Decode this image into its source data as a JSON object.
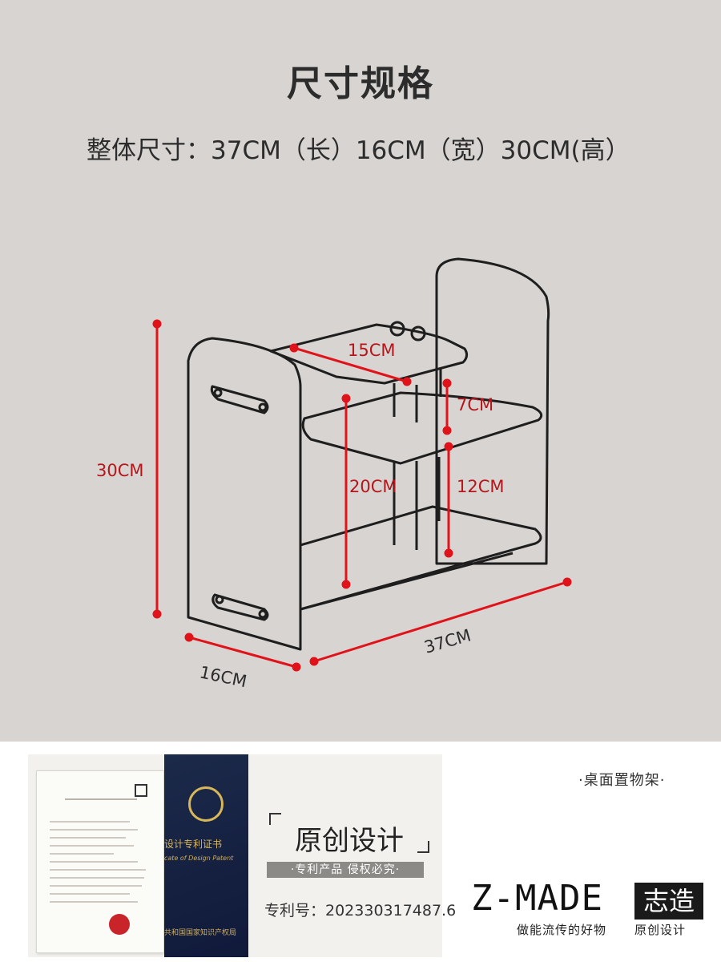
{
  "header": {
    "title": "尺寸规格",
    "overall_size": "整体尺寸：37CM（长）16CM（宽）30CM(高）"
  },
  "dimensions": {
    "height_total": "30CM",
    "depth": "16CM",
    "length": "37CM",
    "shelf_depth": "15CM",
    "upper_gap": "7CM",
    "lower_gap": "12CM",
    "shelf_height": "20CM"
  },
  "banner": {
    "cover_title": "设计专利证书",
    "cover_subtitle": "cate of Design Patent",
    "cover_bottom": "共和国国家知识产权局",
    "original_design": "原创设计",
    "strip_text": "·专利产品  侵权必究·",
    "patent_number": "专利号：202330317487.6"
  },
  "brand": {
    "tag": "·桌面置物架·",
    "name": "Z-MADE",
    "name_cn": "志造",
    "slogan": "做能流传的好物",
    "slogan2": "原创设计"
  },
  "colors": {
    "background": "#d8d4d1",
    "dimension_red": "#e0121a",
    "outline": "#1e1e1e"
  }
}
